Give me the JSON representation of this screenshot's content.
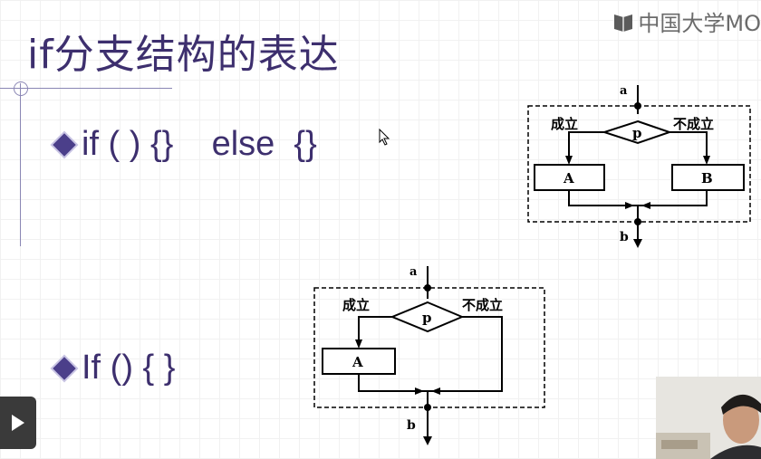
{
  "slide": {
    "title": "if分支结构的表达",
    "bullet1": "if ( ) {}    else  {}",
    "bullet2": "If () { }"
  },
  "watermark": {
    "text": "中国大学MO"
  },
  "diagram1": {
    "entry_label": "a",
    "exit_label": "b",
    "condition": "p",
    "true_label": "成立",
    "false_label": "不成立",
    "true_box": "A",
    "false_box": "B"
  },
  "diagram2": {
    "entry_label": "a",
    "exit_label": "b",
    "condition": "p",
    "true_label": "成立",
    "false_label": "不成立",
    "true_box": "A"
  },
  "colors": {
    "title": "#3d2f6e",
    "bullet_diamond": "#4b3f8a",
    "watermark": "#6b6b6b"
  },
  "icons": {
    "play": "play-icon",
    "logo": "book-icon",
    "cursor": "mouse-pointer-icon"
  }
}
